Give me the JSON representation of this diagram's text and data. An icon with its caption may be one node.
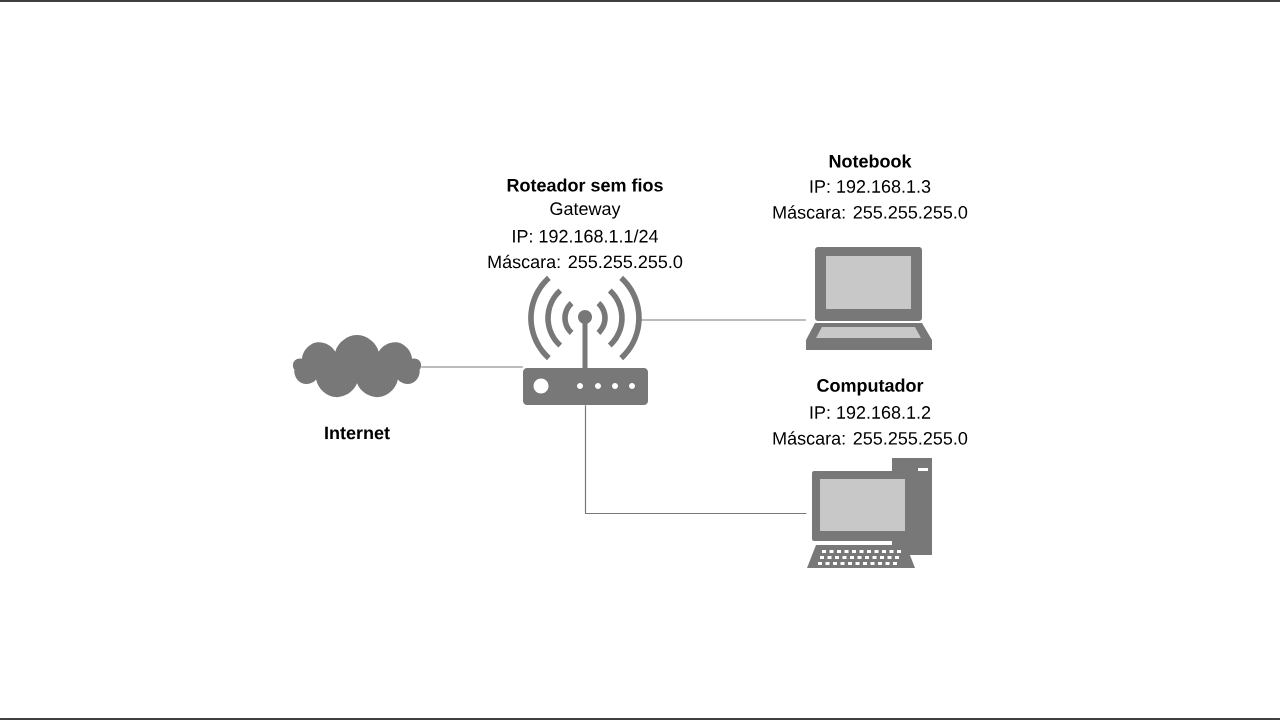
{
  "diagram": {
    "nodes": [
      {
        "text": [
          "Internet"
        ]
      },
      {
        "text": [
          "Roteador sem fios",
          "Gateway",
          "IP: 192.168.1.1/24",
          "Máscara: 255.255.255.0"
        ]
      },
      {
        "text": [
          "Notebook",
          "IP: 192.168.1.3",
          "Máscara: 255.255.255.0"
        ]
      },
      {
        "text": [
          "Computador",
          "IP: 192.168.1.2",
          "Máscara: 255.255.255.0"
        ]
      }
    ],
    "edges": [
      {
        "from": 0,
        "to": 1,
        "arrow": "none"
      },
      {
        "from": 1,
        "to": 2,
        "arrow": "none"
      },
      {
        "from": 1,
        "to": 3,
        "arrow": "none"
      }
    ]
  }
}
